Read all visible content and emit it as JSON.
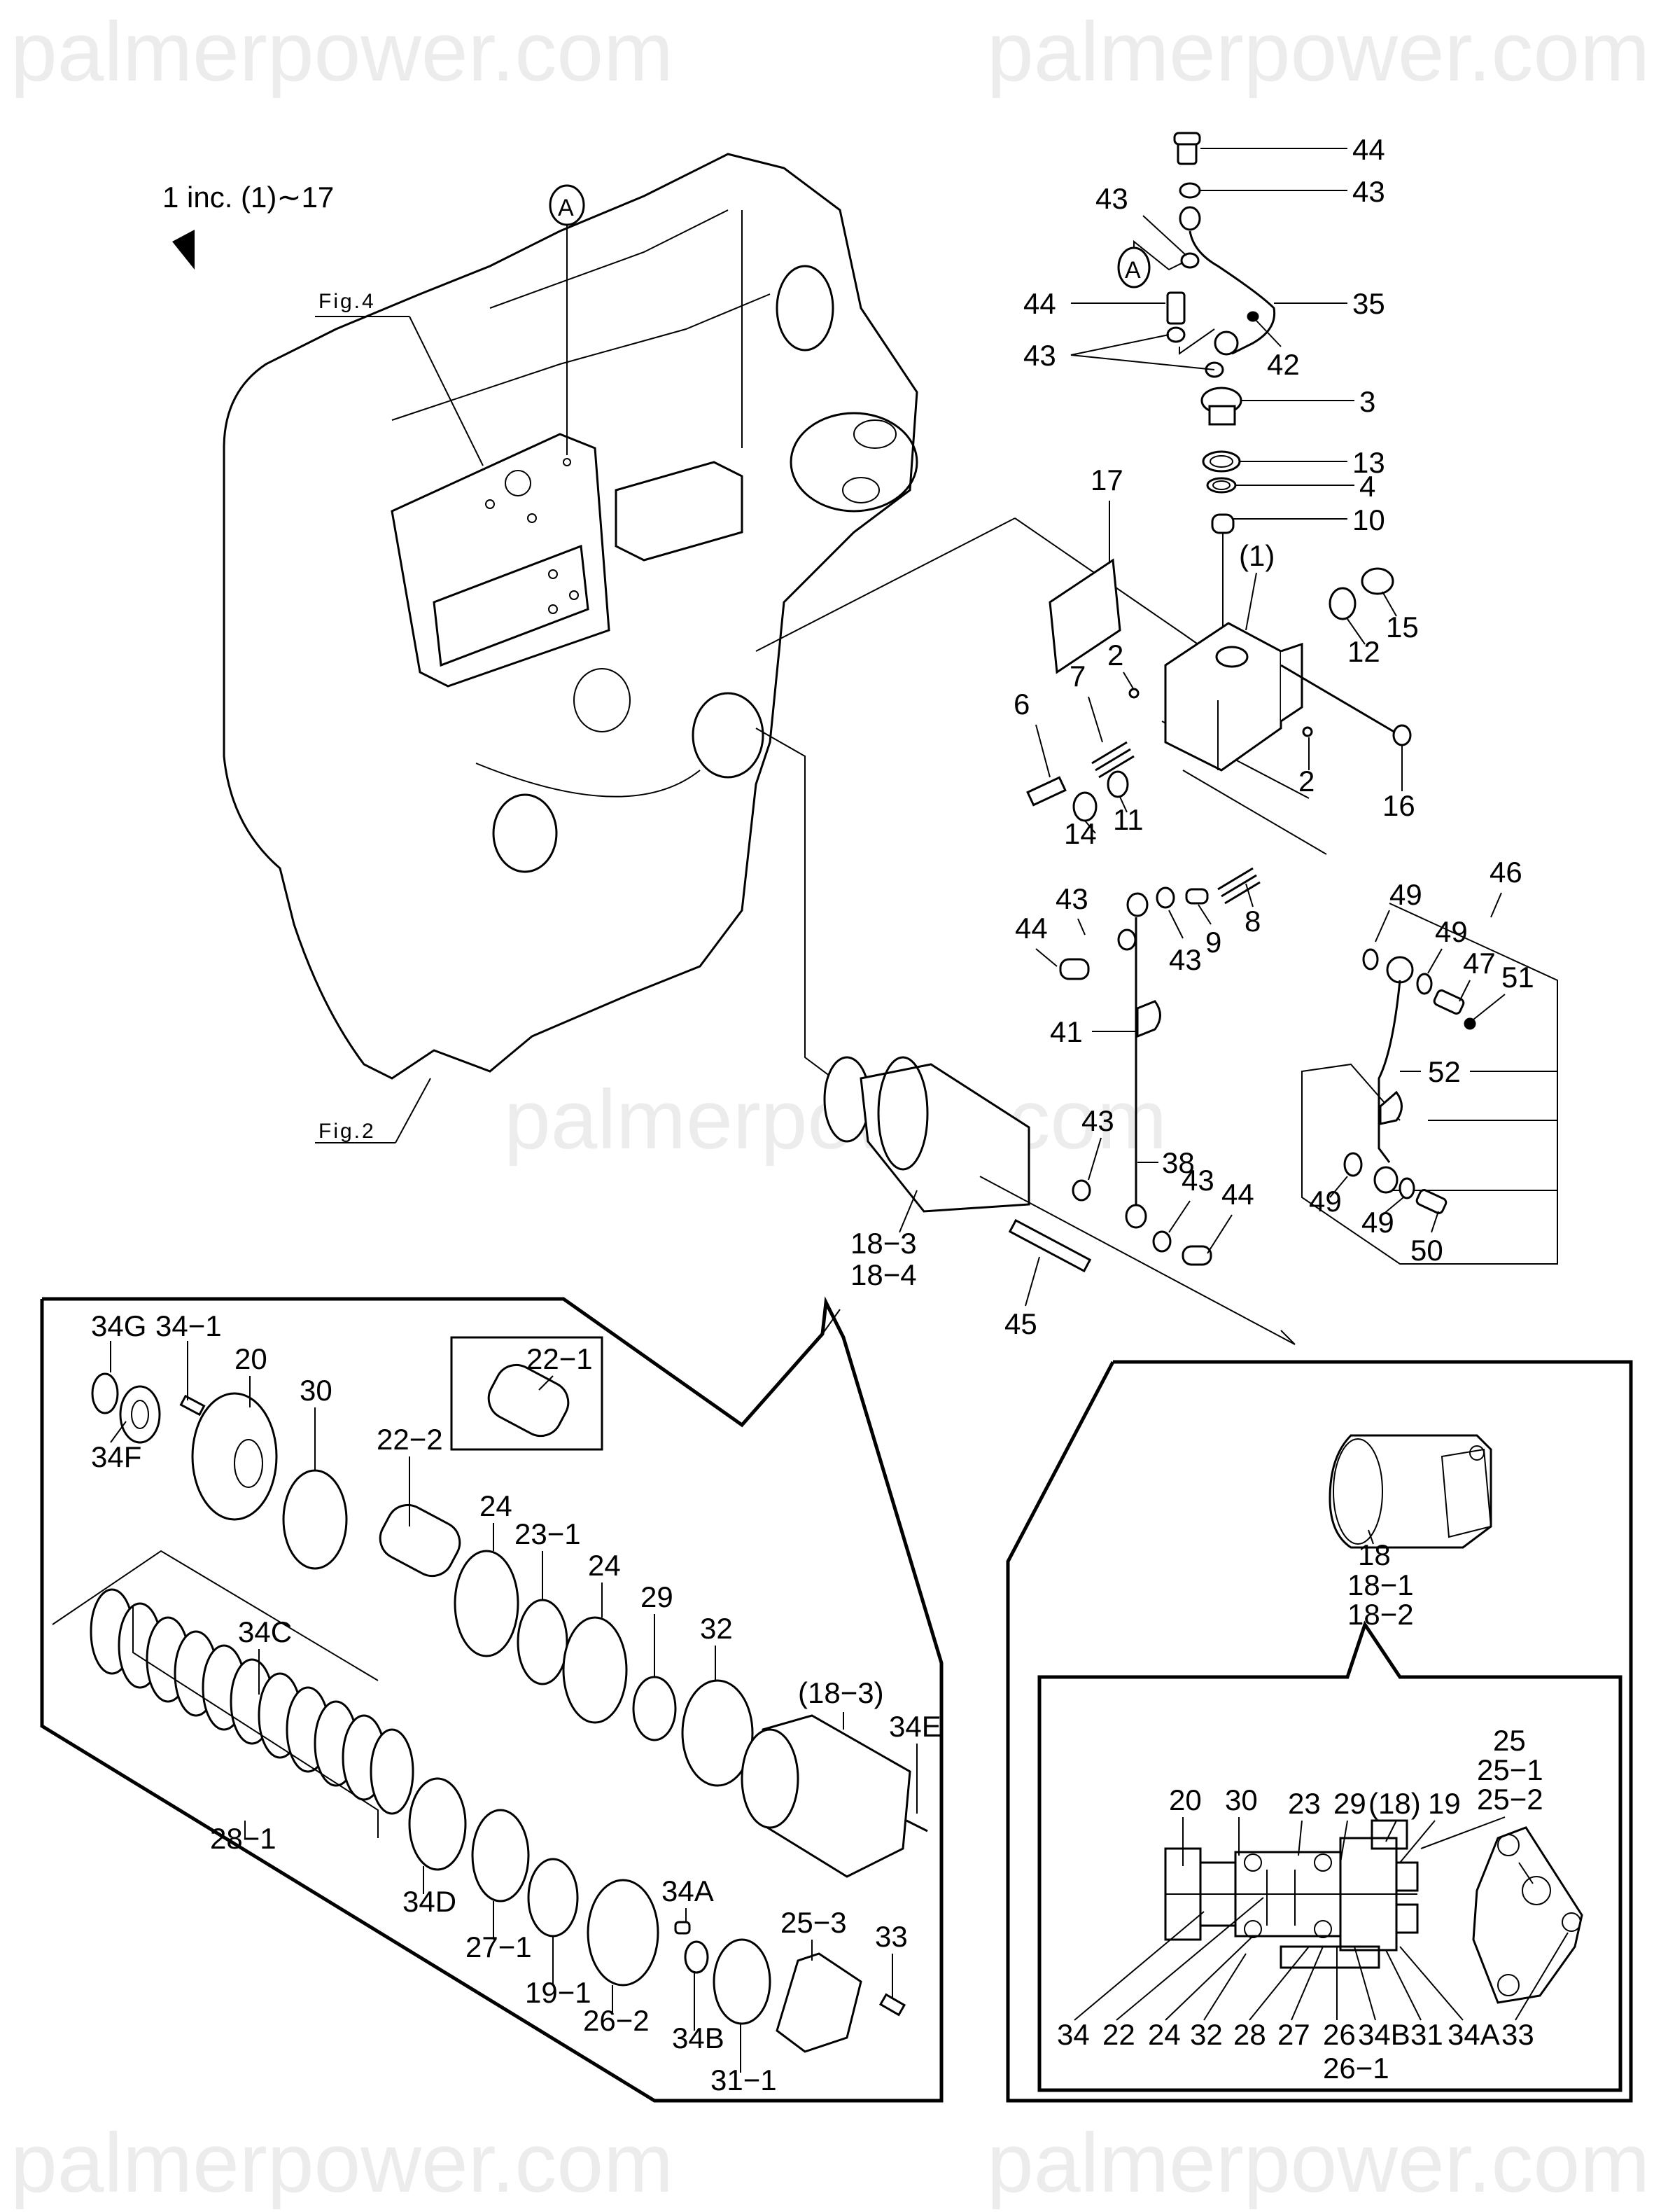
{
  "watermark": "palmerpower.com",
  "header": {
    "assembly_note": "1 inc. (1)∼17",
    "ref_marker": "A",
    "fig_refs": [
      "Fig.4",
      "Fig.2"
    ]
  },
  "valve_block": {
    "labels": {
      "p44a": "44",
      "p43a": "43",
      "p43b": "43",
      "p35": "35",
      "p44b": "44",
      "p43c": "43",
      "p42": "42",
      "p3": "3",
      "p13": "13",
      "p4": "4",
      "p10": "10",
      "p17": "17",
      "p1": "(1)",
      "p15": "15",
      "p12": "12",
      "p2a": "2",
      "p7": "7",
      "p6": "6",
      "p2b": "2",
      "p16": "16",
      "p14": "14",
      "p11": "11"
    }
  },
  "pipe_group": {
    "labels": {
      "p44": "44",
      "p43a": "43",
      "p43b": "43",
      "p9": "9",
      "p8": "8",
      "p41": "41",
      "p43c": "43",
      "p38": "38",
      "p43d": "43",
      "p44b": "44",
      "p45": "45",
      "p183": "18−3",
      "p184": "18−4"
    }
  },
  "hose_group": {
    "labels": {
      "p46": "46",
      "p49a": "49",
      "p49b": "49",
      "p47": "47",
      "p51": "51",
      "p52": "52",
      "p49c": "49",
      "p49d": "49",
      "p50": "50"
    }
  },
  "exploded_view": {
    "labels": {
      "p34g": "34G",
      "p341": "34−1",
      "p20": "20",
      "p30": "30",
      "p34f": "34F",
      "p221": "22−1",
      "p222": "22−2",
      "p24a": "24",
      "p231": "23−1",
      "p24b": "24",
      "p29": "29",
      "p32": "32",
      "p34c": "34C",
      "p183": "(18−3)",
      "p34e": "34E",
      "p281": "28−1",
      "p34d": "34D",
      "p271": "27−1",
      "p191": "19−1",
      "p262": "26−2",
      "p34a": "34A",
      "p253": "25−3",
      "p33": "33",
      "p34b": "34B",
      "p311": "31−1"
    }
  },
  "section_view": {
    "top_labels": [
      "18",
      "18−1",
      "18−2"
    ],
    "labels_top_row": [
      "20",
      "30",
      "23",
      "29",
      "(18)",
      "19"
    ],
    "labels_25": [
      "25",
      "25−1",
      "25−2"
    ],
    "labels_bottom_row": [
      "34",
      "22",
      "24",
      "32",
      "28",
      "27",
      "26",
      "34B",
      "31",
      "34A",
      "33"
    ],
    "label_261": "26−1"
  }
}
